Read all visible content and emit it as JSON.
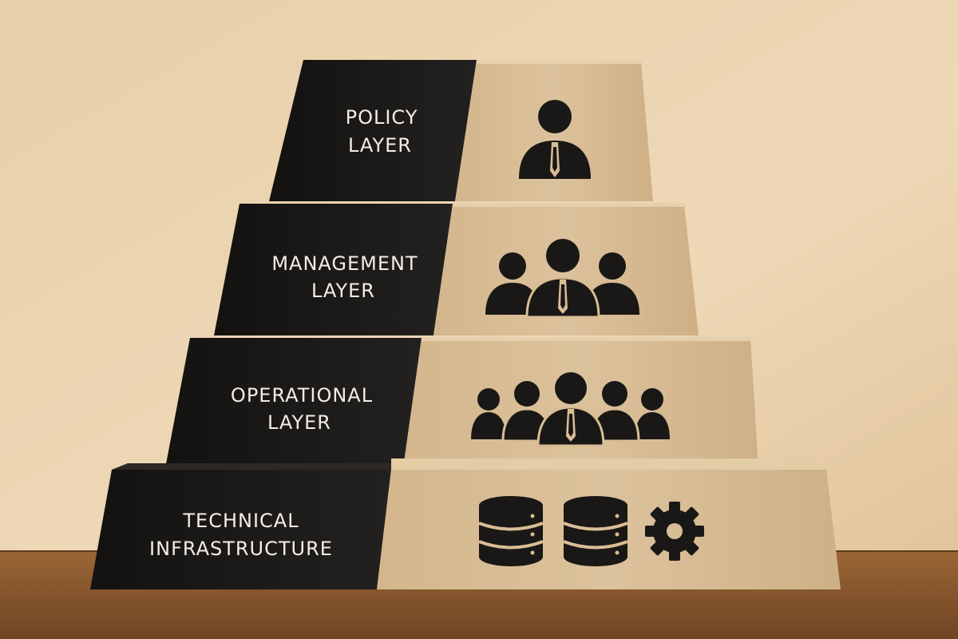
{
  "layers": [
    {
      "line1": "POLICY",
      "line2": "LAYER",
      "icon": "person-icon"
    },
    {
      "line1": "MANAGEMENT",
      "line2": "LAYER",
      "icon": "group-of-three-icon"
    },
    {
      "line1": "OPERATIONAL",
      "line2": "LAYER",
      "icon": "group-of-five-icon"
    },
    {
      "line1": "TECHNICAL",
      "line2": "INFRASTRUCTURE",
      "icon": "database-and-gear-icon"
    }
  ],
  "colors": {
    "wall": "#ecd4b0",
    "table": "#8a5a2e",
    "black_block": "#1c1a18",
    "kraft_block": "#d9bd95",
    "icon": "#1a1816",
    "label_text": "#f2ede5"
  }
}
